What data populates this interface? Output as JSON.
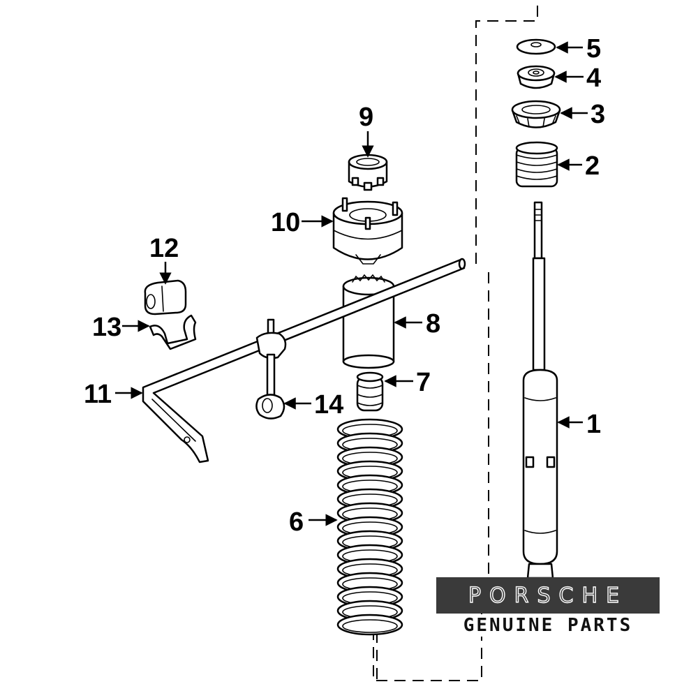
{
  "diagram": {
    "callouts": [
      "1",
      "2",
      "3",
      "4",
      "5",
      "6",
      "7",
      "8",
      "9",
      "10",
      "11",
      "12",
      "13",
      "14"
    ]
  },
  "logo": {
    "brand": "PORSCHE",
    "tagline": "GENUINE PARTS"
  }
}
